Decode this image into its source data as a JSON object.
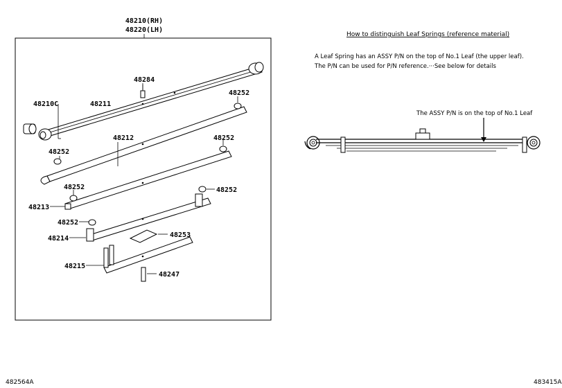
{
  "left_panel": {
    "assy_label_rh": "48210(RH)",
    "assy_label_lh": "48220(LH)",
    "parts": {
      "p48284": "48284",
      "p48252_a": "48252",
      "p48210c": "48210C",
      "p48211": "48211",
      "p48252_b": "48252",
      "p48212": "48212",
      "p48252_c": "48252",
      "p48252_d": "48252",
      "p48252_e": "48252",
      "p48213": "48213",
      "p48252_f": "48252",
      "p48253": "48253",
      "p48214": "48214",
      "p48215": "48215",
      "p48247": "48247"
    },
    "figure_code": "482564A"
  },
  "right_panel": {
    "heading": "How to distinguish Leaf Springs (reference material)",
    "line1": "A Leaf Spring has an ASSY P/N on the top of No.1 Leaf (the upper leaf).",
    "line2": "The P/N can be used for P/N reference.···See below for details",
    "callout": "The ASSY P/N is on the top of No.1 Leaf",
    "figure_code": "483415A"
  },
  "icons": {
    "bushing": "bushing-icon",
    "bolt": "bolt-icon",
    "pad": "pad-icon"
  }
}
